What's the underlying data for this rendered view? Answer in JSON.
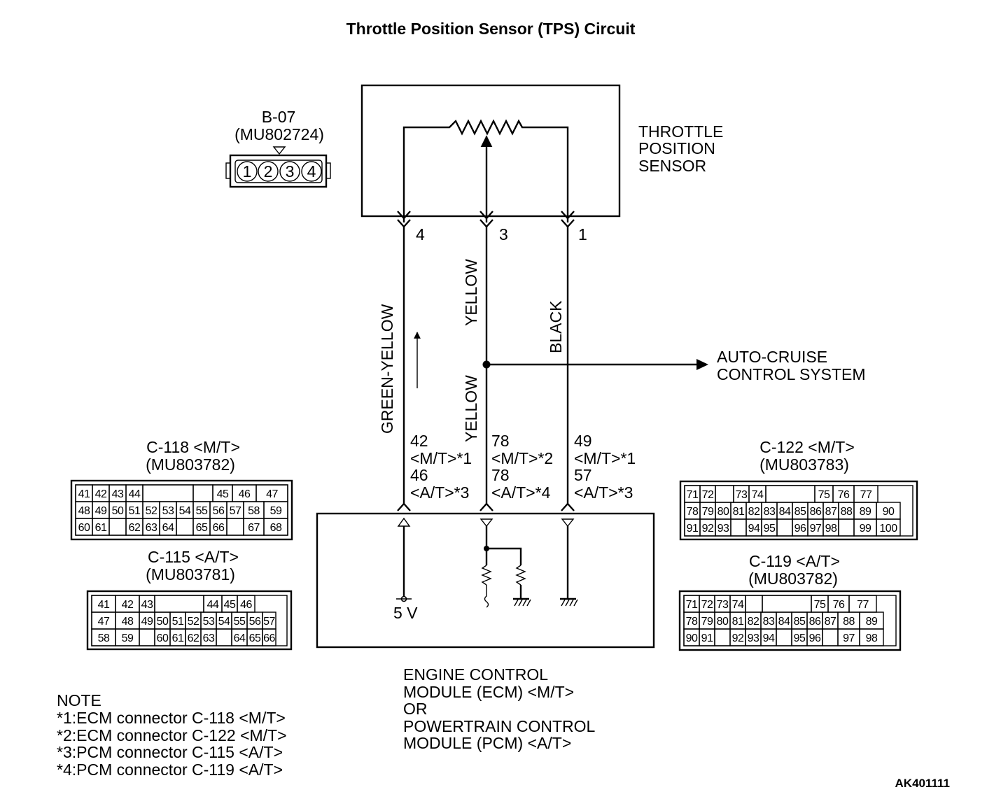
{
  "title": "Throttle Position Sensor (TPS) Circuit",
  "sensor": {
    "connector_id": "B-07",
    "part_no": "(MU802724)",
    "pins": [
      "1",
      "2",
      "3",
      "4"
    ],
    "name": [
      "THROTTLE",
      "POSITION",
      "SENSOR"
    ]
  },
  "terminals": {
    "left": "4",
    "middle": "3",
    "right": "1"
  },
  "wires": {
    "left": "GREEN-YELLOW",
    "middle_upper": "YELLOW",
    "middle_lower": "YELLOW",
    "right": "BLACK"
  },
  "branch_label": [
    "AUTO-CRUISE",
    "CONTROL SYSTEM"
  ],
  "pin_labels": {
    "left": [
      "42",
      "<M/T>*1",
      "46",
      "<A/T>*3"
    ],
    "middle": [
      "78",
      "<M/T>*2",
      "78",
      "<A/T>*4"
    ],
    "right": [
      "49",
      "<M/T>*1",
      "57",
      "<A/T>*3"
    ]
  },
  "supply_label": "5 V",
  "module_name": [
    "ENGINE CONTROL",
    "MODULE (ECM) <M/T>",
    "OR",
    "POWERTRAIN CONTROL",
    "MODULE (PCM) <A/T>"
  ],
  "connectors": {
    "c118": {
      "label": "C-118 <M/T>",
      "part_no": "(MU803782)",
      "rows": [
        [
          "41",
          "42",
          "43",
          "44",
          "",
          "",
          "",
          "45",
          "46",
          "47"
        ],
        [
          "48",
          "49",
          "50",
          "51",
          "52",
          "53",
          "54",
          "55",
          "56",
          "57",
          "58",
          "59"
        ],
        [
          "60",
          "61",
          "",
          "62",
          "63",
          "64",
          "",
          "65",
          "66",
          "",
          "67",
          "68"
        ]
      ]
    },
    "c115": {
      "label": "C-115 <A/T>",
      "part_no": "(MU803781)",
      "rows": [
        [
          "41",
          "42",
          "43",
          "",
          "",
          "",
          "",
          "44",
          "45",
          "46"
        ],
        [
          "47",
          "48",
          "49",
          "50",
          "51",
          "52",
          "53",
          "54",
          "55",
          "56",
          "57"
        ],
        [
          "58",
          "59",
          "",
          "60",
          "61",
          "62",
          "63",
          "",
          "64",
          "65",
          "66"
        ]
      ]
    },
    "c122": {
      "label": "C-122 <M/T>",
      "part_no": "(MU803783)",
      "rows": [
        [
          "71",
          "72",
          "",
          "73",
          "74",
          "",
          "",
          "",
          "75",
          "76",
          "77"
        ],
        [
          "78",
          "79",
          "80",
          "81",
          "82",
          "83",
          "84",
          "85",
          "86",
          "87",
          "88",
          "89",
          "90"
        ],
        [
          "91",
          "92",
          "93",
          "",
          "94",
          "95",
          "",
          "96",
          "97",
          "98",
          "",
          "99",
          "100"
        ]
      ]
    },
    "c119": {
      "label": "C-119 <A/T>",
      "part_no": "(MU803782)",
      "rows": [
        [
          "71",
          "72",
          "73",
          "74",
          "",
          "",
          "",
          "75",
          "76",
          "77"
        ],
        [
          "78",
          "79",
          "80",
          "81",
          "82",
          "83",
          "84",
          "85",
          "86",
          "87",
          "88",
          "89"
        ],
        [
          "90",
          "91",
          "",
          "92",
          "93",
          "94",
          "",
          "95",
          "96",
          "",
          "97",
          "98"
        ]
      ]
    }
  },
  "note": {
    "heading": "NOTE",
    "lines": [
      "*1:ECM connector C-118 <M/T>",
      "*2:ECM connector C-122 <M/T>",
      "*3:PCM connector C-115 <A/T>",
      "*4:PCM connector C-119 <A/T>"
    ]
  },
  "figure_code": "AK401111"
}
